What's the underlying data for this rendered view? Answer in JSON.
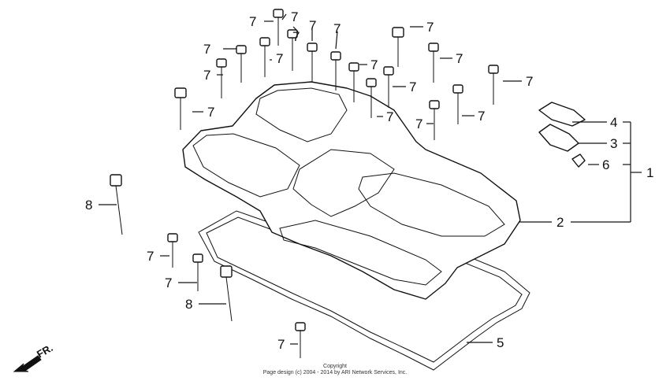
{
  "diagram": {
    "callouts": {
      "one": "1",
      "two": "2",
      "three": "3",
      "four": "4",
      "five": "5",
      "six": "6",
      "seven": "7",
      "eight": "8"
    },
    "front_marker": "FR.",
    "copyright_line1": "Copyright",
    "copyright_line2": "Page design (c) 2004 - 2014 by ARI Network Services, Inc."
  }
}
